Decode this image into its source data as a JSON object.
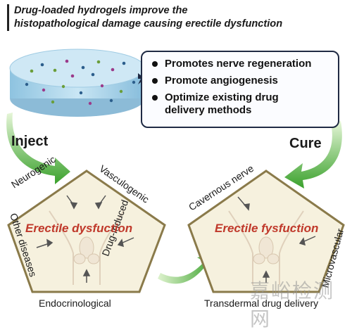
{
  "title": {
    "line1": "Drug-loaded hydrogels improve the",
    "line2": "histopathological damage causing erectile dysfunction"
  },
  "benefits": [
    "Promotes nerve regeneration",
    "Promote angiogenesis",
    "Optimize existing drug",
    "delivery methods"
  ],
  "arrows": {
    "inject": "Inject",
    "cure": "Cure"
  },
  "left_pentagon": {
    "center_label": "Erectile dysfuction",
    "causes": {
      "neurogenic": "Neurogenic",
      "vasculogenic": "Vasculogenic",
      "drug_induced": "Drug-induced",
      "endocrinological": "Endocrinological",
      "other_diseases": "Other diseases"
    }
  },
  "right_pentagon": {
    "center_label": "Erectile fysfuction",
    "labels": {
      "cavernous_nerve": "Cavernous nerve",
      "microvascular": "Microvascular",
      "transdermal": "Transdermal drug delivery"
    }
  },
  "watermark": "嘉峪检测网",
  "colors": {
    "hydrogel": "#a9d3ea",
    "arrow_green": "#4caf3a",
    "pentagon_fill": "#f6f1de",
    "pentagon_stroke": "#8a7a4a",
    "red_label": "#c0392b"
  }
}
